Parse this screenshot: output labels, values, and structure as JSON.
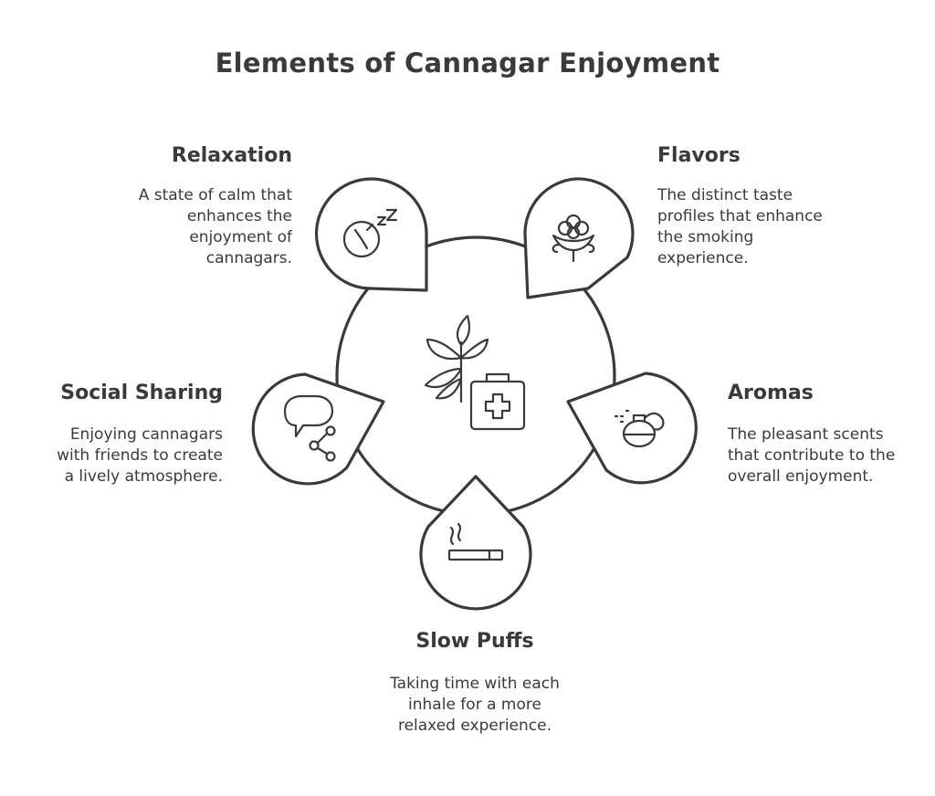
{
  "title": "Elements of Cannagar Enjoyment",
  "center_icon": "cannabis-leaf-with-medical-kit-icon",
  "elements": [
    {
      "key": "relaxation",
      "heading": "Relaxation",
      "lines": [
        "A state of calm that",
        "enhances the",
        "enjoyment of",
        "cannagars."
      ],
      "icon": "sleeping-zzz-icon"
    },
    {
      "key": "flavors",
      "heading": "Flavors",
      "lines": [
        "The distinct taste",
        "profiles that enhance",
        "the smoking",
        "experience."
      ],
      "icon": "flower-bud-icon"
    },
    {
      "key": "aromas",
      "heading": "Aromas",
      "lines": [
        "The pleasant scents",
        "that contribute to the",
        "overall enjoyment."
      ],
      "icon": "perfume-spray-icon"
    },
    {
      "key": "slow_puffs",
      "heading": "Slow Puffs",
      "lines": [
        "Taking time with each",
        "inhale for a more",
        "relaxed experience."
      ],
      "icon": "cigarette-smoke-icon"
    },
    {
      "key": "social_sharing",
      "heading": "Social Sharing",
      "lines": [
        "Enjoying cannagars",
        "with friends to create",
        "a lively atmosphere."
      ],
      "icon": "chat-share-icon"
    }
  ]
}
